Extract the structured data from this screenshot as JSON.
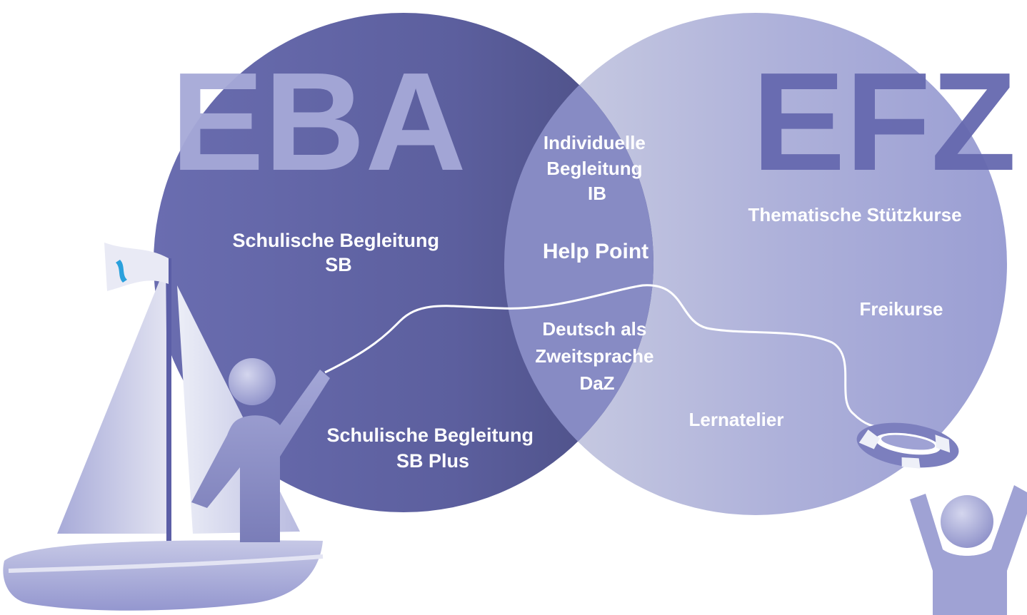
{
  "colors": {
    "eba_circle_light": "#6a6db0",
    "eba_circle_dark": "#4c4f86",
    "efz_circle_light": "#c4c7df",
    "efz_circle_dark": "#9a9ed3",
    "overlap": "#878bc4",
    "eba_letters": "#a6a9d8",
    "efz_letters": "#6669af",
    "figure": "#a3a6d6",
    "boat": "#a6a9d8",
    "rope": "#ffffff"
  },
  "eba": {
    "heading": "EBA",
    "items": [
      {
        "line1": "Schulische Begleitung",
        "line2": "SB"
      },
      {
        "line1": "Schulische Begleitung",
        "line2": "SB Plus"
      }
    ]
  },
  "efz": {
    "heading": "EFZ",
    "items": [
      "Thematische Stützkurse",
      "Freikurse",
      "Lernatelier"
    ]
  },
  "overlap": {
    "ib": [
      "Individuelle",
      "Begleitung",
      "IB"
    ],
    "help_point": "Help Point",
    "daz": [
      "Deutsch als",
      "Zweitsprache",
      "DaZ"
    ]
  },
  "icons": {
    "sailboat": "sailboat-icon",
    "person_on_boat": "person-throwing-icon",
    "lifebuoy": "lifebuoy-icon",
    "person_cheering": "person-cheering-icon",
    "rope": "rope-icon",
    "flag": "flag-icon"
  }
}
